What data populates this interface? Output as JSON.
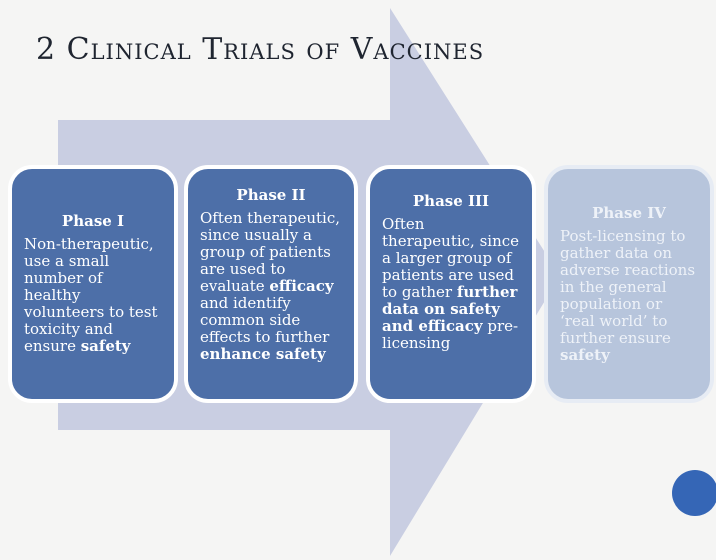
{
  "title": {
    "number": "2",
    "words": [
      "Clinical",
      "Trials",
      "of",
      "Vaccines"
    ]
  },
  "phases": [
    {
      "heading": "Phase I",
      "segments": [
        {
          "text": "Non-therapeutic, use a small number of healthy volunteers to test toxicity and ensure ",
          "bold": false
        },
        {
          "text": "safety",
          "bold": true
        }
      ]
    },
    {
      "heading": "Phase II",
      "segments": [
        {
          "text": "Often therapeutic, since usually a group of patients are used to evaluate ",
          "bold": false
        },
        {
          "text": "efficacy",
          "bold": true
        },
        {
          "text": " and identify common side effects to further ",
          "bold": false
        },
        {
          "text": "enhance safety",
          "bold": true
        }
      ]
    },
    {
      "heading": "Phase III",
      "segments": [
        {
          "text": "Often therapeutic, since a larger group of patients are used to gather ",
          "bold": false
        },
        {
          "text": "further data on safety and efficacy",
          "bold": true
        },
        {
          "text": " pre-licensing",
          "bold": false
        }
      ]
    },
    {
      "heading": "Phase IV",
      "segments": [
        {
          "text": "Post-licensing to gather data on adverse reactions in the general population or ‘real world’ to further ensure ",
          "bold": false
        },
        {
          "text": "safety",
          "bold": true
        }
      ]
    }
  ],
  "colors": {
    "background": "#f5f5f4",
    "arrow": "#c9cee2",
    "box": "#4d6fa8",
    "box_faded": "#b7c5dc",
    "dot": "#3566b6"
  }
}
